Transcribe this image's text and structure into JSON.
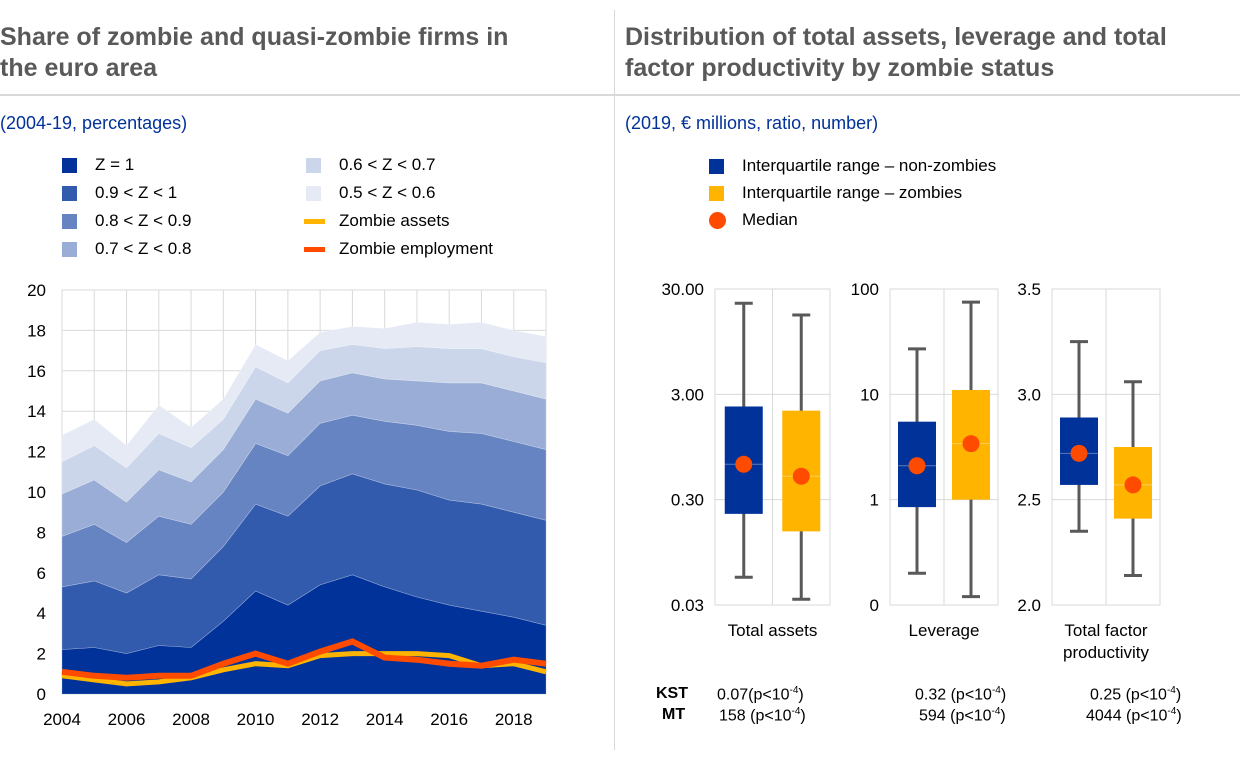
{
  "left": {
    "title_line1": "Share of zombie and quasi-zombie firms in",
    "title_line2": "the euro area",
    "subtitle": "(2004-19, percentages)",
    "legend": [
      {
        "label": "Z = 1",
        "color": "#003299",
        "kind": "area"
      },
      {
        "label": "0.9 < Z < 1",
        "color": "#335bad",
        "kind": "area"
      },
      {
        "label": "0.8 < Z < 0.9",
        "color": "#6683c2",
        "kind": "area"
      },
      {
        "label": "0.7 < Z < 0.8",
        "color": "#99add6",
        "kind": "area"
      },
      {
        "label": "0.6 < Z < 0.7",
        "color": "#ccd6eb",
        "kind": "area"
      },
      {
        "label": "0.5 < Z < 0.6",
        "color": "#e5eaf5",
        "kind": "area"
      },
      {
        "label": "Zombie assets",
        "color": "#ffb400",
        "kind": "line"
      },
      {
        "label": "Zombie employment",
        "color": "#ff4b00",
        "kind": "line"
      }
    ]
  },
  "right": {
    "title_line1": "Distribution of total assets, leverage and total",
    "title_line2": "factor productivity by zombie status",
    "subtitle": "(2019, € millions, ratio, number)",
    "legend": [
      {
        "label": "Interquartile range – non-zombies",
        "color": "#003299",
        "kind": "square"
      },
      {
        "label": "Interquartile range – zombies",
        "color": "#ffb400",
        "kind": "square"
      },
      {
        "label": "Median",
        "color": "#ff4b00",
        "kind": "dot"
      }
    ],
    "stats_labels": {
      "kst": "KST",
      "mt": "MT"
    },
    "stats": [
      {
        "kst_value": "0.07(p<10",
        "kst_exp": "-4",
        "kst_close": ")",
        "mt_value": "158 (p<10",
        "mt_exp": "-4",
        "mt_close": ")"
      },
      {
        "kst_value": "0.32 (p<10",
        "kst_exp": "-4",
        "kst_close": ")",
        "mt_value": "594 (p<10",
        "mt_exp": "-4",
        "mt_close": ")"
      },
      {
        "kst_value": "0.25 (p<10",
        "kst_exp": "-4",
        "kst_close": ")",
        "mt_value": "4044 (p<10",
        "mt_exp": "-4",
        "mt_close": ")"
      }
    ]
  },
  "chart_data": [
    {
      "type": "area",
      "stacked": true,
      "title": "Share of zombie and quasi-zombie firms in the euro area",
      "subtitle": "(2004-19, percentages)",
      "x": [
        2004,
        2005,
        2006,
        2007,
        2008,
        2009,
        2010,
        2011,
        2012,
        2013,
        2014,
        2015,
        2016,
        2017,
        2018,
        2019
      ],
      "xticks": [
        "2004",
        "2006",
        "2008",
        "2010",
        "2012",
        "2014",
        "2016",
        "2018"
      ],
      "yticks": [
        "0",
        "2",
        "4",
        "6",
        "8",
        "10",
        "12",
        "14",
        "16",
        "18",
        "20"
      ],
      "ylim": [
        0,
        20
      ],
      "grid": true,
      "legend_position": "top",
      "series": [
        {
          "name": "Z = 1",
          "color": "#003299",
          "values": [
            2.2,
            2.3,
            2.0,
            2.4,
            2.3,
            3.6,
            5.1,
            4.4,
            5.4,
            5.9,
            5.3,
            4.8,
            4.4,
            4.1,
            3.8,
            3.4
          ]
        },
        {
          "name": "0.9 < Z < 1",
          "color": "#335bad",
          "values": [
            3.1,
            3.3,
            3.0,
            3.5,
            3.4,
            3.7,
            4.3,
            4.4,
            4.9,
            5.0,
            5.1,
            5.3,
            5.2,
            5.3,
            5.2,
            5.2
          ]
        },
        {
          "name": "0.8 < Z < 0.9",
          "color": "#6683c2",
          "values": [
            2.5,
            2.8,
            2.5,
            2.9,
            2.7,
            2.7,
            3.0,
            3.0,
            3.1,
            2.9,
            3.1,
            3.2,
            3.4,
            3.5,
            3.5,
            3.5
          ]
        },
        {
          "name": "0.7 < Z < 0.8",
          "color": "#99add6",
          "values": [
            2.1,
            2.2,
            2.0,
            2.3,
            2.1,
            2.1,
            2.2,
            2.1,
            2.1,
            2.1,
            2.1,
            2.2,
            2.4,
            2.5,
            2.5,
            2.5
          ]
        },
        {
          "name": "0.6 < Z < 0.7",
          "color": "#ccd6eb",
          "values": [
            1.6,
            1.7,
            1.7,
            1.8,
            1.7,
            1.5,
            1.6,
            1.5,
            1.5,
            1.4,
            1.5,
            1.7,
            1.7,
            1.7,
            1.7,
            1.8
          ]
        },
        {
          "name": "0.5 < Z < 0.6",
          "color": "#e5eaf5",
          "values": [
            1.3,
            1.3,
            1.1,
            1.4,
            1.0,
            1.0,
            1.1,
            1.1,
            0.9,
            0.9,
            1.0,
            1.2,
            1.2,
            1.3,
            1.3,
            1.3
          ]
        }
      ],
      "lines": [
        {
          "name": "Zombie assets",
          "color": "#ffb400",
          "values": [
            0.9,
            0.7,
            0.5,
            0.6,
            0.8,
            1.2,
            1.5,
            1.4,
            1.9,
            2.0,
            2.0,
            2.0,
            1.9,
            1.4,
            1.5,
            1.1
          ]
        },
        {
          "name": "Zombie employment",
          "color": "#ff4b00",
          "values": [
            1.1,
            0.9,
            0.8,
            0.9,
            0.9,
            1.5,
            2.0,
            1.5,
            2.1,
            2.6,
            1.8,
            1.7,
            1.5,
            1.4,
            1.7,
            1.5
          ]
        }
      ]
    },
    {
      "type": "box",
      "title": "Distribution of total assets, leverage and total factor productivity by zombie status",
      "subtitle": "(2019, € millions, ratio, number)",
      "panels": [
        {
          "name": "Total assets",
          "label_lines": [
            "Total assets"
          ],
          "scale": "log",
          "ylim": [
            0.03,
            30
          ],
          "yticks": [
            {
              "v": 30,
              "t": "30.00"
            },
            {
              "v": 3,
              "t": "3.00"
            },
            {
              "v": 0.3,
              "t": "0.30"
            },
            {
              "v": 0.03,
              "t": "0.03"
            }
          ],
          "groups": [
            {
              "name": "non-zombies",
              "color": "#003299",
              "whisker_low": 0.055,
              "q1": 0.22,
              "median": 0.65,
              "q3": 2.3,
              "whisker_high": 22
            },
            {
              "name": "zombies",
              "color": "#ffb400",
              "whisker_low": 0.034,
              "q1": 0.15,
              "median": 0.5,
              "q3": 2.1,
              "whisker_high": 17
            }
          ]
        },
        {
          "name": "Leverage",
          "label_lines": [
            "Leverage"
          ],
          "scale": "log",
          "ylim": [
            0.1,
            100
          ],
          "yticks": [
            {
              "v": 100,
              "t": "100"
            },
            {
              "v": 10,
              "t": "10"
            },
            {
              "v": 1,
              "t": "1"
            },
            {
              "v": 0.1,
              "t": "0"
            }
          ],
          "groups": [
            {
              "name": "non-zombies",
              "color": "#003299",
              "whisker_low": 0.2,
              "q1": 0.85,
              "median": 2.1,
              "q3": 5.5,
              "whisker_high": 27
            },
            {
              "name": "zombies",
              "color": "#ffb400",
              "whisker_low": 0.12,
              "q1": 1.0,
              "median": 3.4,
              "q3": 11,
              "whisker_high": 75
            }
          ]
        },
        {
          "name": "Total factor productivity",
          "label_lines": [
            "Total factor",
            "productivity"
          ],
          "scale": "linear",
          "ylim": [
            2.0,
            3.5
          ],
          "yticks": [
            {
              "v": 3.5,
              "t": "3.5"
            },
            {
              "v": 3.0,
              "t": "3.0"
            },
            {
              "v": 2.5,
              "t": "2.5"
            },
            {
              "v": 2.0,
              "t": "2.0"
            }
          ],
          "groups": [
            {
              "name": "non-zombies",
              "color": "#003299",
              "whisker_low": 2.35,
              "q1": 2.57,
              "median": 2.72,
              "q3": 2.89,
              "whisker_high": 3.25
            },
            {
              "name": "zombies",
              "color": "#ffb400",
              "whisker_low": 2.14,
              "q1": 2.41,
              "median": 2.57,
              "q3": 2.75,
              "whisker_high": 3.06
            }
          ]
        }
      ],
      "median_color": "#ff4b00",
      "whisker_color": "#595959"
    }
  ]
}
